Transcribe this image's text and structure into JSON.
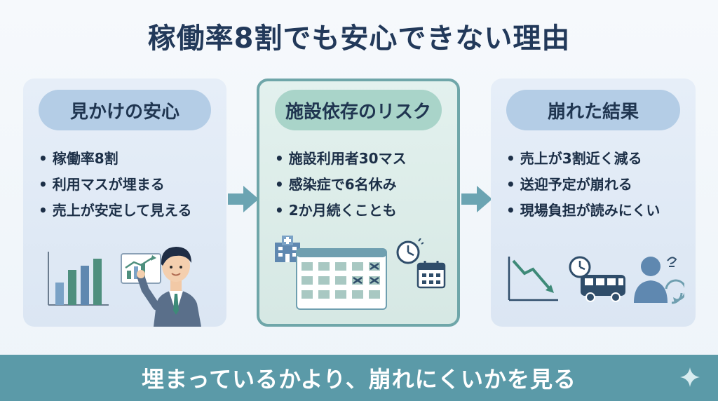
{
  "title": "稼働率8割でも安心できない理由",
  "panels": [
    {
      "heading": "見かけの安心",
      "bullets": [
        "稼働率8割",
        "利用マスが埋まる",
        "売上が安定して見える"
      ],
      "icons": [
        "bar-chart-icon",
        "presentation-board-icon",
        "businessman-illustration"
      ]
    },
    {
      "heading": "施設依存のリスク",
      "bullets": [
        "施設利用者30マス",
        "感染症で6名休み",
        "2か月続くことも"
      ],
      "icons": [
        "hospital-icon",
        "calendar-grid-icon",
        "alarm-clock-icon",
        "calendar-icon"
      ]
    },
    {
      "heading": "崩れた結果",
      "bullets": [
        "売上が3割近く減る",
        "送迎予定が崩れる",
        "現場負担が読みにくい"
      ],
      "icons": [
        "declining-chart-icon",
        "clock-icon",
        "bus-icon",
        "worried-person-icon"
      ]
    }
  ],
  "footer": "埋まっているかより、崩れにくいかを見る",
  "colors": {
    "title": "#22395a",
    "panel_blue": "#dbe6f3",
    "panel_green": "#d6e8e4",
    "pill_blue": "#b4cde6",
    "pill_green": "#a9d4c9",
    "accent_teal": "#5b9aa8"
  }
}
